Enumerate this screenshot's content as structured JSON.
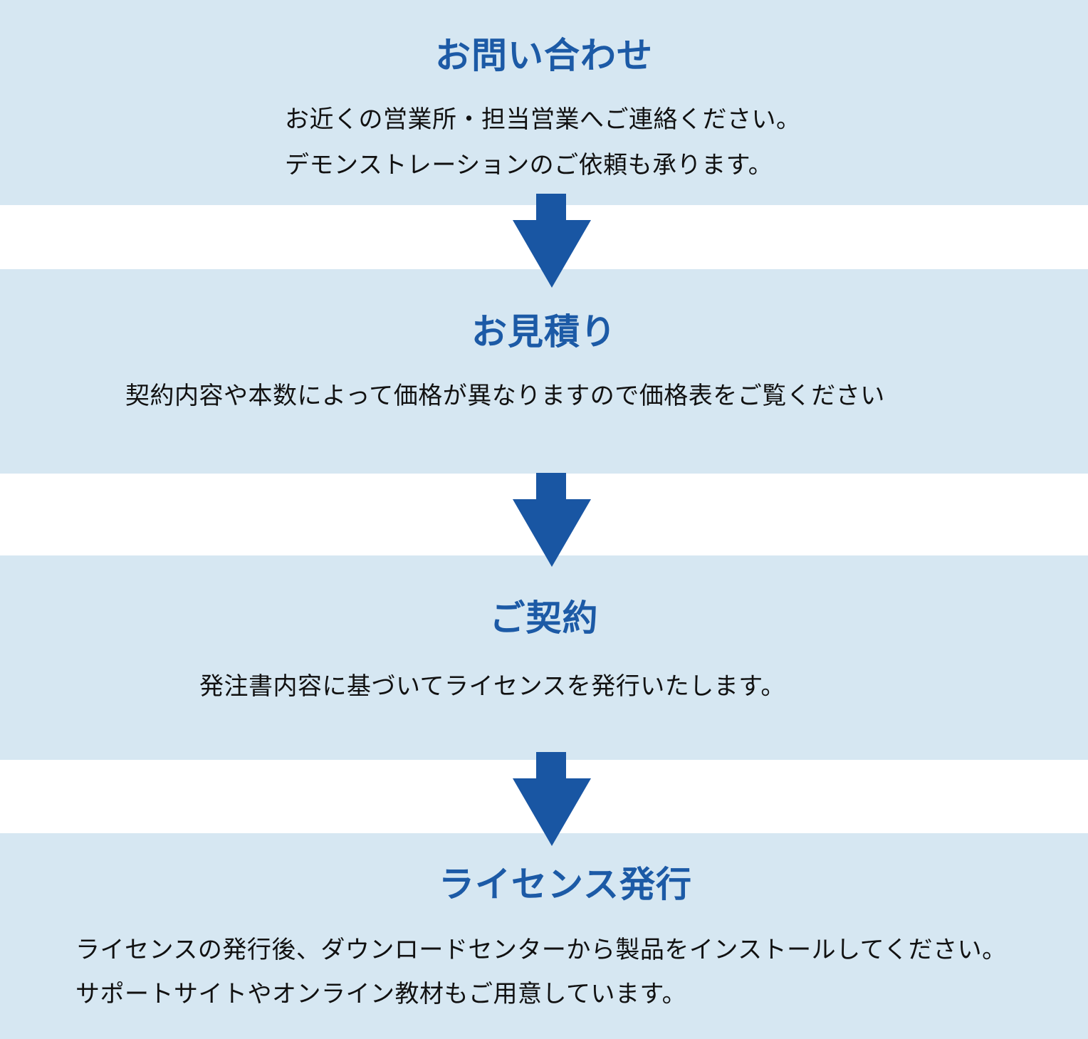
{
  "colors": {
    "panel": "#d6e7f2",
    "title": "#1c5aa6",
    "arrow": "#1956a3",
    "text": "#111111"
  },
  "steps": [
    {
      "title": "お問い合わせ",
      "lines": [
        "お近くの営業所・担当営業へご連絡ください。",
        "デモンストレーションのご依頼も承ります。"
      ]
    },
    {
      "title": "お見積り",
      "lines": [
        "契約内容や本数によって価格が異なりますので価格表をご覧ください"
      ]
    },
    {
      "title": "ご契約",
      "lines": [
        "発注書内容に基づいてライセンスを発行いたします。"
      ]
    },
    {
      "title": "ライセンス発行",
      "lines": [
        "ライセンスの発行後、ダウンロードセンターから製品をインストールしてください。",
        "サポートサイトやオンライン教材もご用意しています。"
      ]
    }
  ],
  "arrows": [
    {
      "icon": "arrow-down-icon"
    },
    {
      "icon": "arrow-down-icon"
    },
    {
      "icon": "arrow-down-icon"
    }
  ]
}
